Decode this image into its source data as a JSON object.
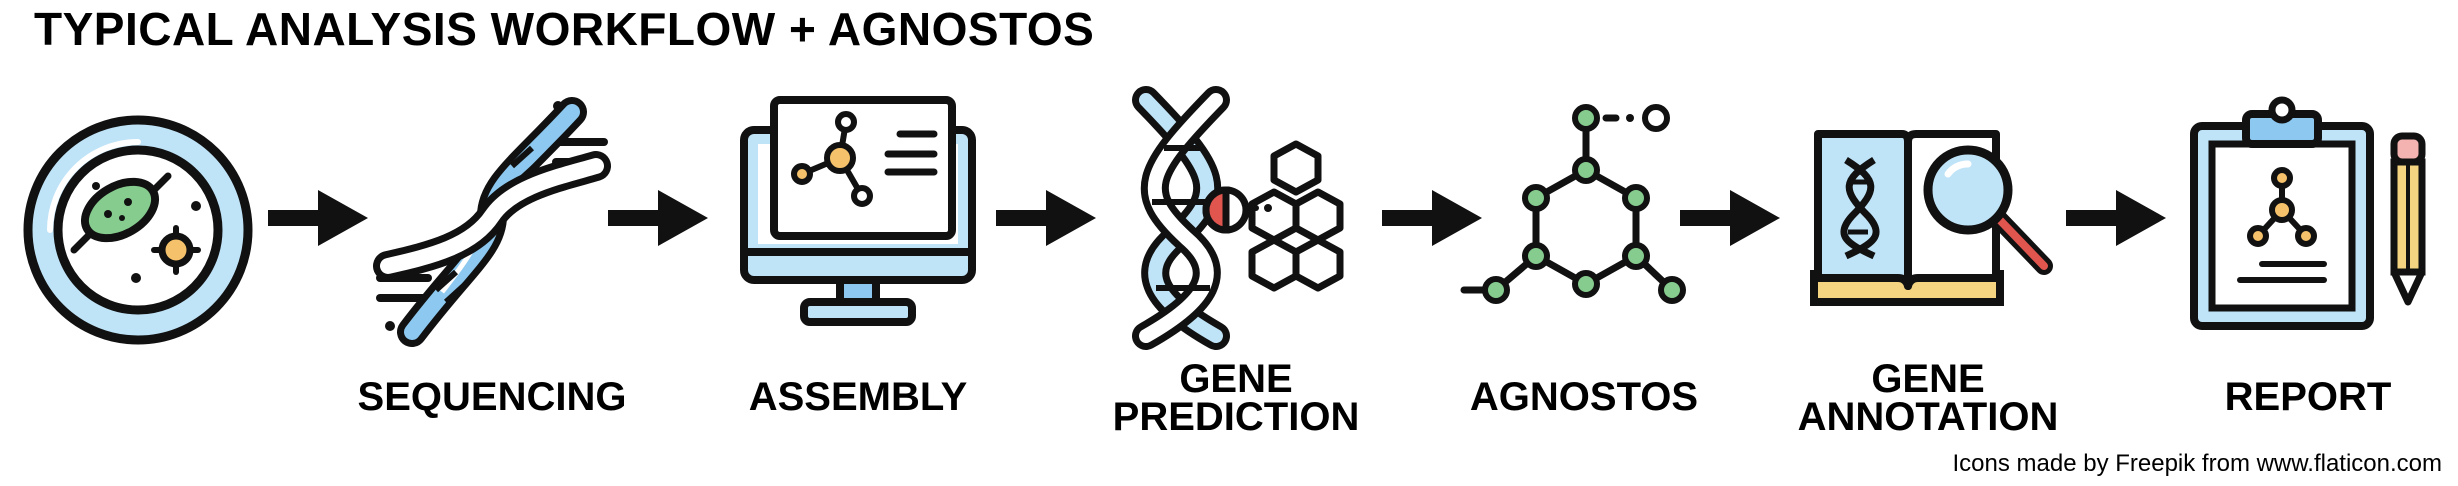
{
  "title": "TYPICAL ANALYSIS WORKFLOW + AGNOSTOS",
  "steps": [
    {
      "icon": "petri-dish-icon",
      "label_lines": []
    },
    {
      "icon": "dna-helix-icon",
      "label_lines": [
        "SEQUENCING"
      ]
    },
    {
      "icon": "computer-monitor-icon",
      "label_lines": [
        "ASSEMBLY"
      ]
    },
    {
      "icon": "dna-prediction-icon",
      "label_lines": [
        "GENE",
        "PREDICTION"
      ]
    },
    {
      "icon": "molecule-network-icon",
      "label_lines": [
        "AGNOSTOS"
      ]
    },
    {
      "icon": "book-magnifier-icon",
      "label_lines": [
        "GENE",
        "ANNOTATION"
      ]
    },
    {
      "icon": "clipboard-report-icon",
      "label_lines": [
        "REPORT"
      ]
    }
  ],
  "credit": "Icons made by Freepik from www.flaticon.com",
  "colors": {
    "outline": "#111111",
    "light_blue": "#bfe3f7",
    "mid_blue": "#8cc8ef",
    "green": "#85cc8e",
    "orange": "#f5c26b",
    "red": "#e0564f",
    "yellow": "#f4d480",
    "pink": "#f4b2b0"
  }
}
